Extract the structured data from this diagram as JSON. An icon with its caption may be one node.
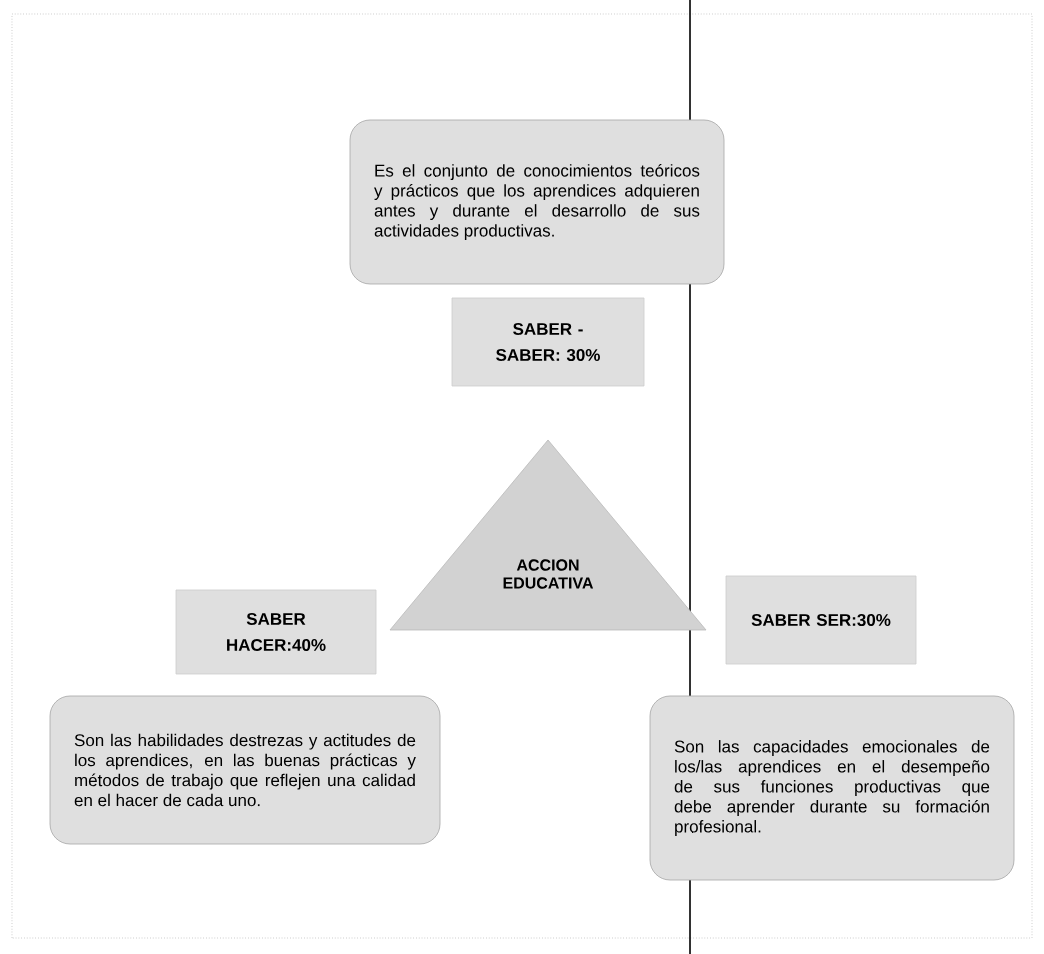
{
  "diagram": {
    "nodes": [
      {
        "text": [
          "Es el conjunto de conocimientos teóricos y prácticos que los aprendices adquieren antes y durante el desarrollo de sus actividades productivas."
        ]
      },
      {
        "text": [
          "SABER - SABER: 30%"
        ]
      },
      {
        "text": [
          "ACCION EDUCATIVA"
        ]
      },
      {
        "text": [
          "SABER HACER:40%"
        ]
      },
      {
        "text": [
          "SABER SER:30%"
        ]
      },
      {
        "text": [
          "Son las habilidades destrezas y actitudes de los aprendices, en las buenas prácticas y métodos de trabajo que reflejen una calidad en el hacer de cada uno."
        ]
      },
      {
        "text": [
          "Son las capacidades emocionales de los/las aprendices en el desempeño de sus funciones productivas que debe aprender durante su formación profesional."
        ]
      }
    ],
    "edges": []
  }
}
